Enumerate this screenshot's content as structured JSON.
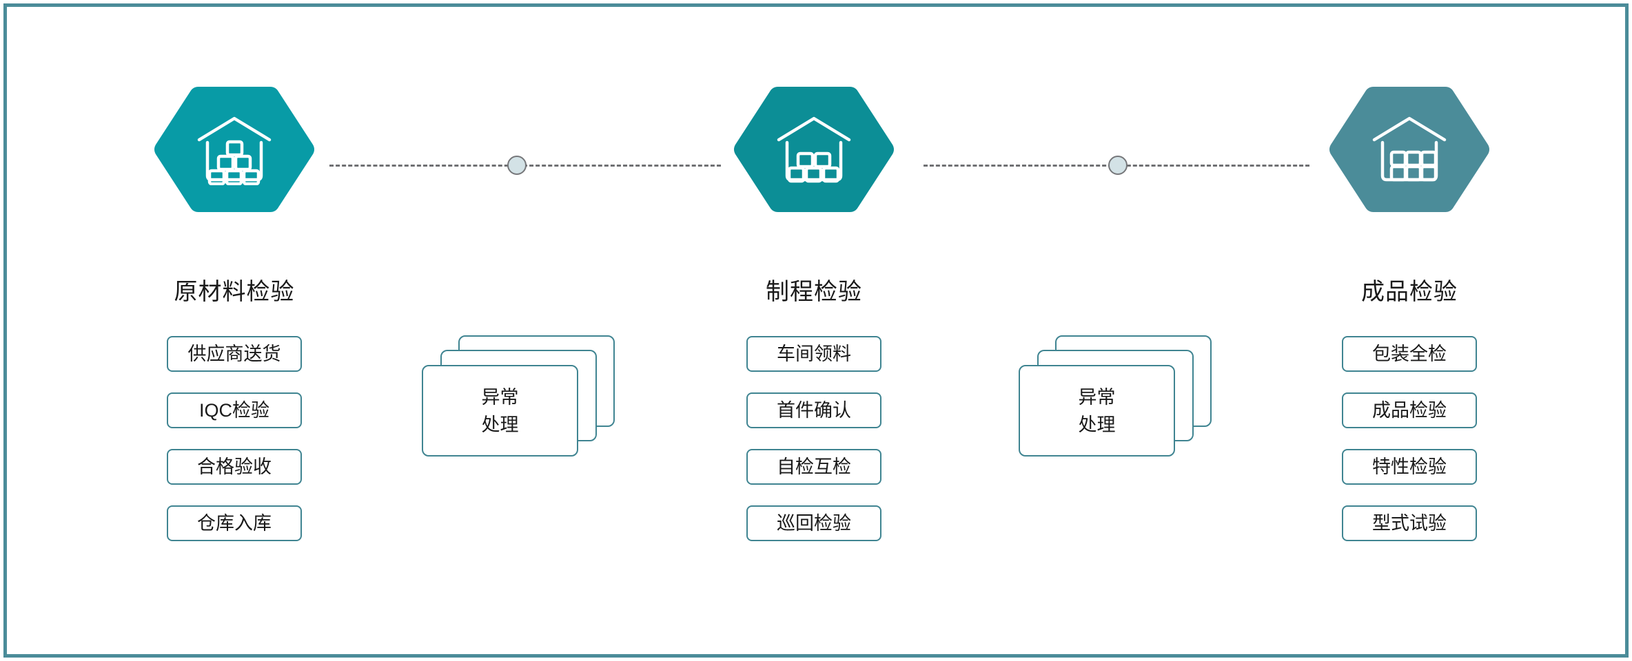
{
  "theme": {
    "frame_border_color": "#4b8c99",
    "background": "#ffffff",
    "box_border_color": "#3f8491",
    "connector_line_color": "#6f7073",
    "connector_node_fill": "#d3e2e6",
    "connector_node_border": "#76777a",
    "text_color": "#1a1a1a"
  },
  "stages": [
    {
      "id": "raw-material",
      "title": "原材料检验",
      "icon_name": "warehouse-boxes-pyramid-icon",
      "hex_color": "#089ba6",
      "steps": [
        "供应商送货",
        "IQC检验",
        "合格验收",
        "仓库入库"
      ]
    },
    {
      "id": "in-process",
      "title": "制程检验",
      "icon_name": "warehouse-boxes-stack-icon",
      "hex_color": "#0c8e96",
      "steps": [
        "车间领料",
        "首件确认",
        "自检互检",
        "巡回检验"
      ]
    },
    {
      "id": "finished-goods",
      "title": "成品检验",
      "icon_name": "warehouse-boxes-grid-icon",
      "hex_color": "#4b8c99",
      "steps": [
        "包装全检",
        "成品检验",
        "特性检验",
        "型式试验"
      ]
    }
  ],
  "exception_groups": [
    {
      "id": "exception-1",
      "lines": [
        "异常",
        "处理"
      ],
      "card_count": 3
    },
    {
      "id": "exception-2",
      "lines": [
        "异常",
        "处理"
      ],
      "card_count": 3
    }
  ],
  "connectors": [
    {
      "id": "connector-1",
      "node_name": "connector-node"
    },
    {
      "id": "connector-2",
      "node_name": "connector-node"
    }
  ]
}
